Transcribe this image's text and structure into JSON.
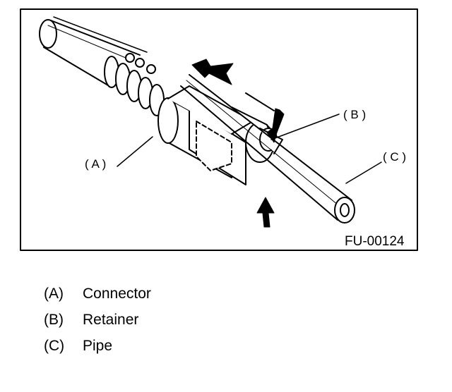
{
  "figure": {
    "code": "FU-00124",
    "callouts": {
      "a": "( A )",
      "b": "( B )",
      "c": "( C )"
    }
  },
  "legend": [
    {
      "key": "(A)",
      "text": "Connector"
    },
    {
      "key": "(B)",
      "text": "Retainer"
    },
    {
      "key": "(C)",
      "text": "Pipe"
    }
  ]
}
